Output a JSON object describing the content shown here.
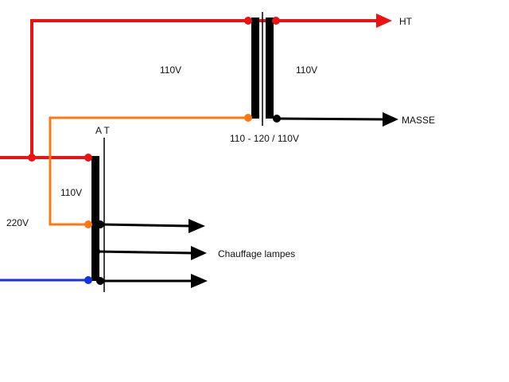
{
  "labels": {
    "ht": "HT",
    "masse": "MASSE",
    "primary_transfo": "110V",
    "secondary_transfo": "110V",
    "transfo_rating": "110 - 120 / 110V",
    "autotransfo_title": "A T",
    "autotransfo_winding": "110V",
    "mains": "220V",
    "heating": "Chauffage lampes"
  },
  "colors": {
    "phase": "#ee1111",
    "tap": "#ff7711",
    "neutral": "#1133dd",
    "winding": "#000000",
    "ht_label": "#ee1111"
  }
}
